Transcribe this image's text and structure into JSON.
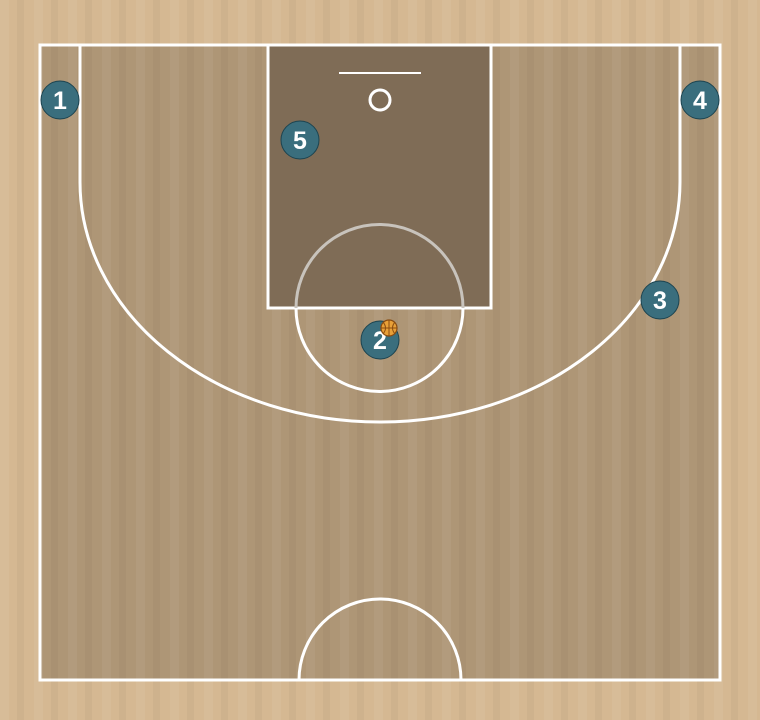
{
  "colors": {
    "surround": "#d5b892",
    "court": "#ae9676",
    "paint": "#7f6c56",
    "lines": "#ffffff",
    "player": "#3a6e7d",
    "ball": "#e8a038"
  },
  "players": [
    {
      "label": "1"
    },
    {
      "label": "2",
      "has_ball": true
    },
    {
      "label": "3"
    },
    {
      "label": "4"
    },
    {
      "label": "5"
    }
  ],
  "ball": {
    "holder": "2"
  }
}
